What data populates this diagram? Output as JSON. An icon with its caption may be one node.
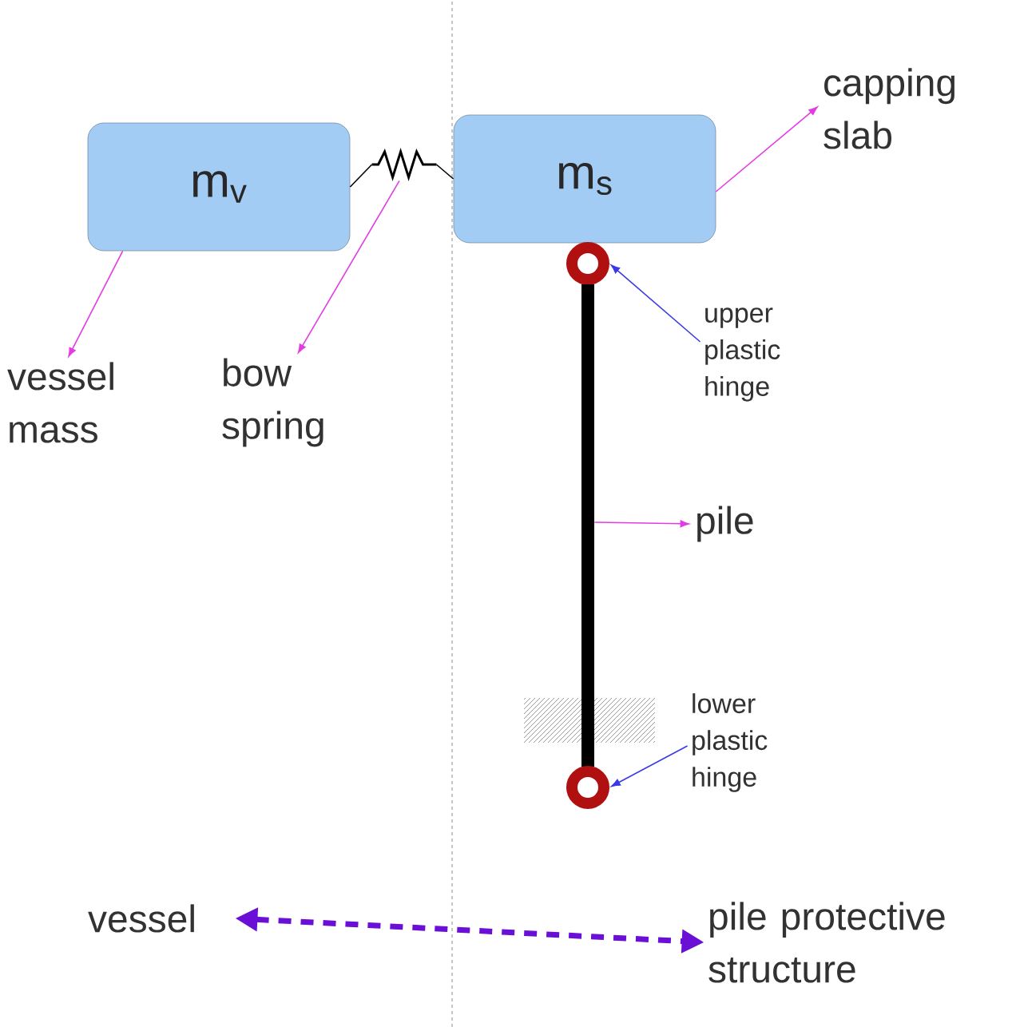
{
  "diagram": {
    "nodes": [
      {
        "text": [
          "m$_{v}$"
        ]
      },
      {
        "text": [],
        "shape": "spring"
      },
      {
        "text": [
          "m$_{s}$"
        ]
      },
      {
        "text": [
          "capping slab"
        ]
      },
      {
        "text": [],
        "shape": "circle"
      },
      {
        "text": [
          "upper plastic hinge"
        ]
      },
      {
        "text": [
          "vessel mass"
        ]
      },
      {
        "text": [
          "bow spring"
        ]
      },
      {
        "text": [],
        "shape": "bar"
      },
      {
        "text": [
          "pile"
        ]
      },
      {
        "text": [
          "lower plastic hinge"
        ]
      },
      {
        "text": [],
        "shape": "circle"
      },
      {
        "text": [
          "vessel"
        ]
      },
      {
        "text": [
          "pile protective structure"
        ]
      }
    ],
    "edges": [
      {
        "from": 0,
        "to": 1,
        "arrow": "none",
        "color": "#000000"
      },
      {
        "from": 1,
        "to": 2,
        "arrow": "none",
        "color": "#000000"
      },
      {
        "from": 0,
        "to": 6,
        "arrow": "to"
      },
      {
        "from": 1,
        "to": 7,
        "arrow": "to"
      },
      {
        "from": 2,
        "to": 3,
        "arrow": "to"
      },
      {
        "from": 5,
        "to": 4,
        "arrow": "to",
        "color": "#3a3ae8"
      },
      {
        "from": 8,
        "to": 9,
        "arrow": "to"
      },
      {
        "from": 10,
        "to": 11,
        "arrow": "to",
        "color": "#3a3ae8"
      },
      {
        "from": 12,
        "to": 13,
        "arrow": "both",
        "style": "dashed",
        "color": "#6a0fd6"
      }
    ]
  }
}
